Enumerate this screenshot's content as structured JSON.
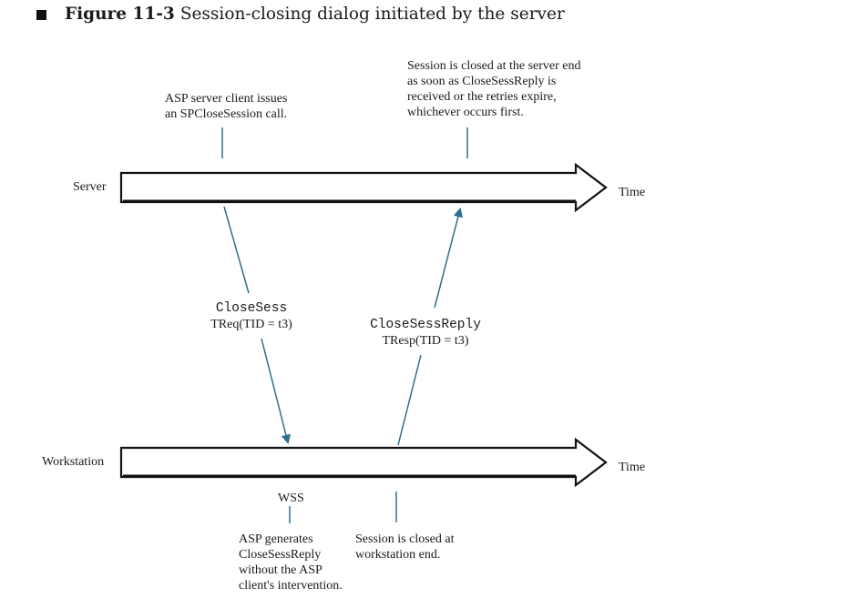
{
  "figure": {
    "number": "Figure 11-3",
    "title": "Session-closing dialog initiated by the server"
  },
  "timelines": {
    "server_label": "Server",
    "workstation_label": "Workstation",
    "time_label_server": "Time",
    "time_label_workstation": "Time"
  },
  "annotations": {
    "server_issue_note": [
      "ASP server client issues",
      "an SPCloseSession call."
    ],
    "server_closed_note": [
      "Session is closed at the server end",
      "as soon as CloseSessReply is",
      "received or the retries expire,",
      "whichever occurs first."
    ],
    "wss_label": "WSS",
    "asp_generates_note": [
      "ASP generates",
      "CloseSessReply",
      "without the ASP",
      "client's intervention."
    ],
    "ws_closed_note": [
      "Session is closed at",
      "workstation end."
    ]
  },
  "messages": {
    "request_name": "CloseSess",
    "request_packet": "TReq(TID = t3)",
    "reply_name": "CloseSessReply",
    "reply_packet": "TResp(TID = t3)"
  },
  "colors": {
    "arrow_line": "#2e6d90",
    "timeline_stroke": "#111111"
  }
}
